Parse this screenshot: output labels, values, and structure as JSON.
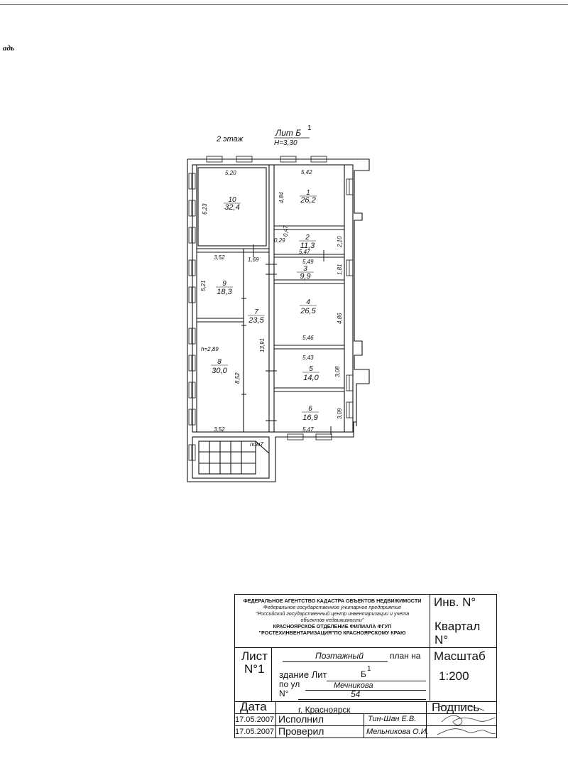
{
  "corner_word": "адь",
  "plan": {
    "floor": "2 этаж",
    "lit": "Лит  Б",
    "lit_sup": "1",
    "height": "H=3,30",
    "rooms": [
      {
        "num": "1",
        "area": "26,2"
      },
      {
        "num": "2",
        "area": "11,3"
      },
      {
        "num": "3",
        "area": "9,9"
      },
      {
        "num": "4",
        "area": "26,5"
      },
      {
        "num": "5",
        "area": "14,0"
      },
      {
        "num": "6",
        "area": "16,9"
      },
      {
        "num": "7",
        "area": "23,5"
      },
      {
        "num": "8",
        "area": "30,0"
      },
      {
        "num": "9",
        "area": "18,3"
      },
      {
        "num": "10",
        "area": "32,4"
      }
    ],
    "dims": {
      "d520": "5,20",
      "d623": "6,23",
      "d352a": "3,52",
      "d521": "5,21",
      "d169": "1,69",
      "d1391": "13,91",
      "d289": "h=2,89",
      "d852": "8,52",
      "d352b": "3,52",
      "d542": "5,42",
      "d484": "4,84",
      "d047": "0,47",
      "d029": "0,29",
      "d210": "2,10",
      "d547a": "5,47",
      "d549": "5,49",
      "d181": "1,81",
      "d486": "4,86",
      "d546": "5,46",
      "d543": "5,43",
      "d308": "3,08",
      "d309": "3,09",
      "d547b": "5,47",
      "pom7": "пом7"
    }
  },
  "stamp": {
    "header": [
      "ФЕДЕРАЛЬНОЕ АГЕНТСТВО КАДАСТРА ОБЪЕКТОВ НЕДВИЖИМОСТИ",
      "Федеральное государственное   унитарное предприятие",
      "\"Российский государственный центр инвентаризации и учета",
      "объектов недвижимости\"",
      "КРАСНОЯРСКОЕ ОТДЕЛЕНИЕ ФИЛИАЛА ФГУП",
      "\"РОСТЕХИНВЕНТАРИЗАЦИЯ\"ПО КРАСНОЯРСКОМУ КРАЮ"
    ],
    "inv": "Инв. N°",
    "kvartal": "Квартал",
    "kvartal_n": "N°",
    "list": "Лист",
    "list_n": "N°1",
    "plan_type": "Поэтажный",
    "plan_na": "план на",
    "zdanie": "здание Лит",
    "zdanie_val": "Б",
    "zdanie_sup": "1",
    "po_ul": "по ул",
    "street": "Мечникова",
    "n_label": "N°",
    "house": "54",
    "masshtab": "Масштаб",
    "scale": "1:200",
    "data_label": "Дата",
    "city": "г. Красноярск",
    "podpis": "Подпись",
    "rows": [
      {
        "date": "17.05.2007",
        "role": "Исполнил",
        "name": "Тин-Шан Е.В."
      },
      {
        "date": "17.05.2007",
        "role": "Проверил",
        "name": "Мельникова О.И."
      }
    ]
  }
}
